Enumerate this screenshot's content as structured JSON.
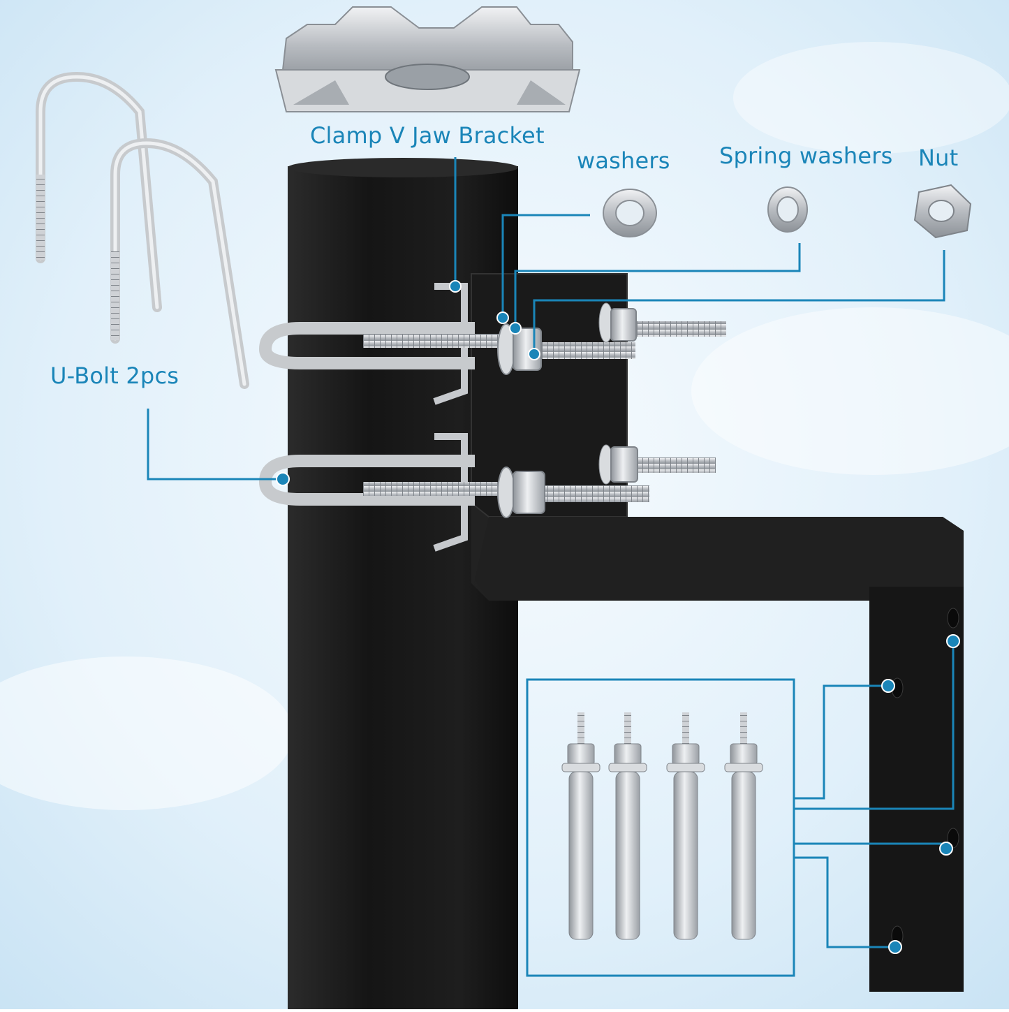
{
  "labels": {
    "clamp": "Clamp V Jaw Bracket",
    "washers": "washers",
    "spring_washers": "Spring washers",
    "nut": "Nut",
    "ubolt": "U-Bolt 2pcs"
  },
  "colors": {
    "accent": "#1a85b8",
    "background_light": "#f2f9fd",
    "background_sky": "#cfe6f5",
    "pole": "#1c1c1c",
    "metal": "#c9ccd0"
  }
}
